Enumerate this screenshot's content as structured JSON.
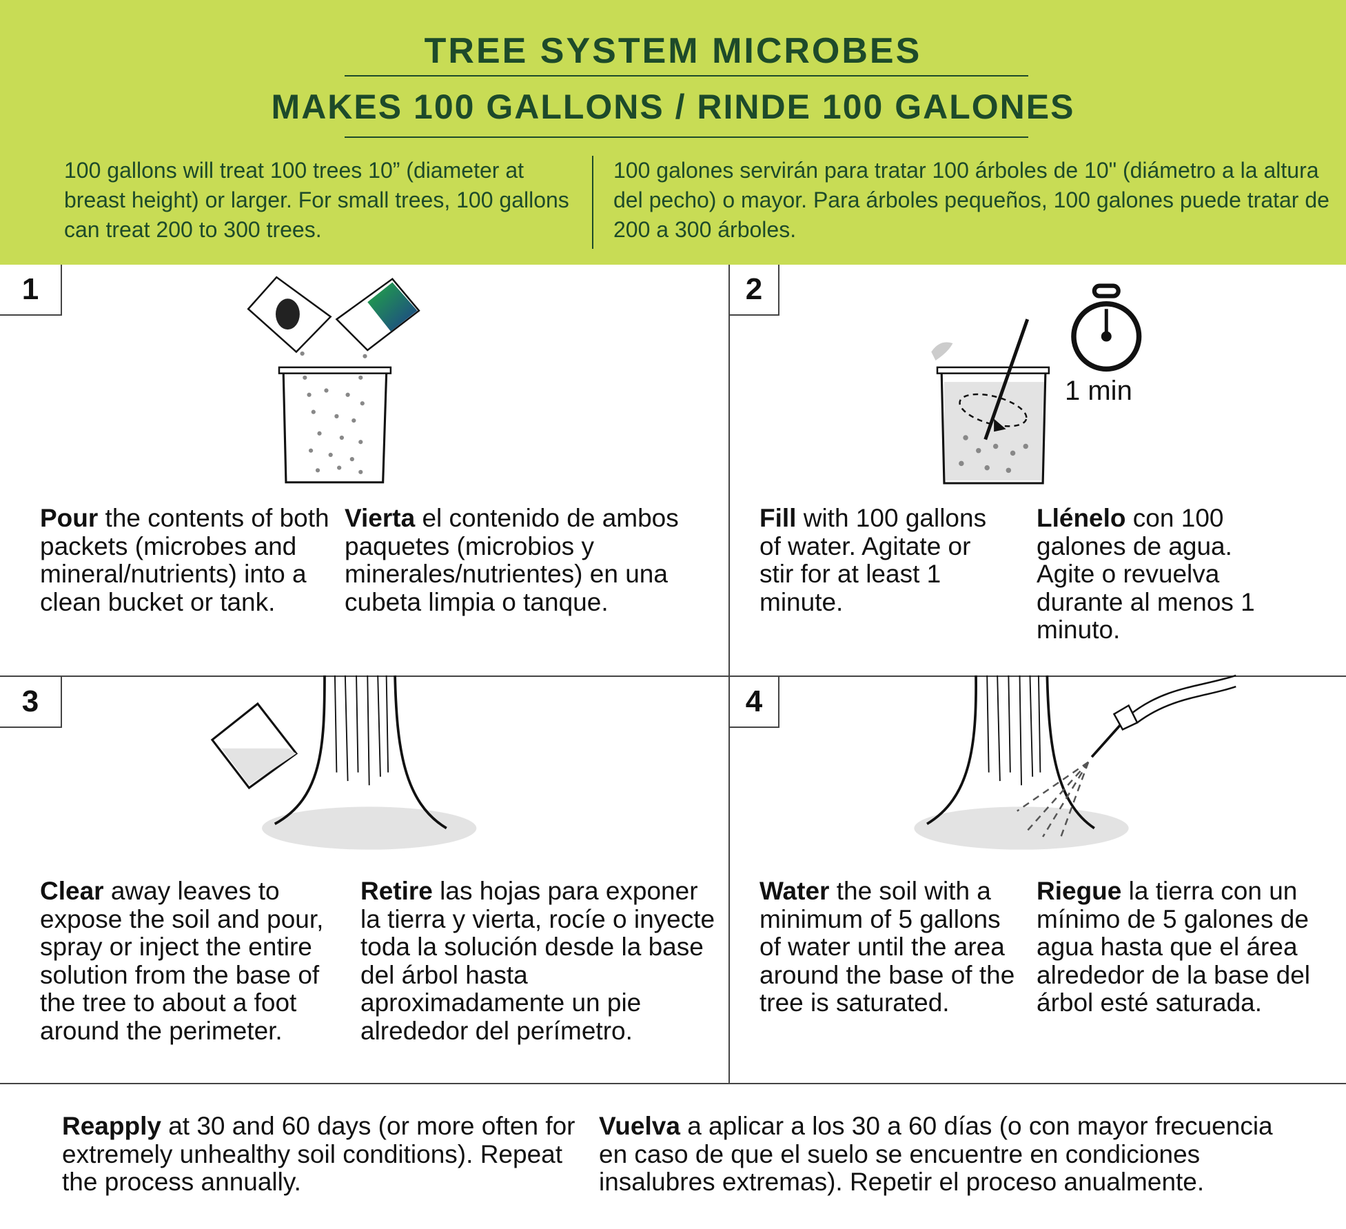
{
  "header": {
    "title": "TREE SYSTEM MICROBES",
    "subtitle": "MAKES 100 GALLONS / RINDE 100 GALONES",
    "intro_en": "100 gallons will treat 100 trees 10” (diameter at breast height) or larger. For small trees, 100 gallons can treat 200 to 300 trees.",
    "intro_es": "100 galones servirán para tratar 100 árboles de 10\" (diámetro a la altura del pecho) o mayor. Para árboles pequeños, 100 galones puede tratar de 200 a 300 árboles."
  },
  "steps": [
    {
      "number": "1",
      "en_bold": "Pour",
      "en_text": " the contents of both packets (microbes and mineral/nutrients) into a clean bucket or tank.",
      "es_bold": "Vierta",
      "es_text": " el contenido de ambos paquetes (microbios y minerales/nutrientes) en una cubeta limpia o tanque."
    },
    {
      "number": "2",
      "en_bold": "Fill",
      "en_text": " with 100 gallons of water. Agitate or stir for at least 1 minute.",
      "es_bold": "Llénelo",
      "es_text": " con 100 galones de agua. Agite o revuelva durante al menos 1 minuto.",
      "timer_label": "1 min"
    },
    {
      "number": "3",
      "en_bold": "Clear",
      "en_text": " away leaves to expose the soil and pour, spray or inject the entire solution from the base of the tree to about a foot around the perimeter.",
      "es_bold": "Retire",
      "es_text": " las hojas para exponer la tierra y vierta, rocíe o inyecte toda la solución desde la base del árbol hasta aproximadamente un pie alrededor del perímetro."
    },
    {
      "number": "4",
      "en_bold": "Water",
      "en_text": " the soil with a minimum of 5 gallons of water until the area around the base of the tree is saturated.",
      "es_bold": "Riegue",
      "es_text": " la tierra con un mínimo de 5 galones de agua hasta que el área alrededor de la base del árbol esté saturada."
    }
  ],
  "footer": {
    "en_bold": "Reapply",
    "en_text": " at 30 and 60 days (or more often for extremely unhealthy soil conditions). Repeat the process annually.",
    "es_bold": "Vuelva",
    "es_text": " a aplicar a los 30 a 60 días (o con mayor frecuencia en caso de que el suelo se encuentre en condiciones insalubres extremas). Repetir el proceso anualmente."
  },
  "colors": {
    "header_bg": "#c8dc55",
    "header_text": "#1d4a2a"
  }
}
